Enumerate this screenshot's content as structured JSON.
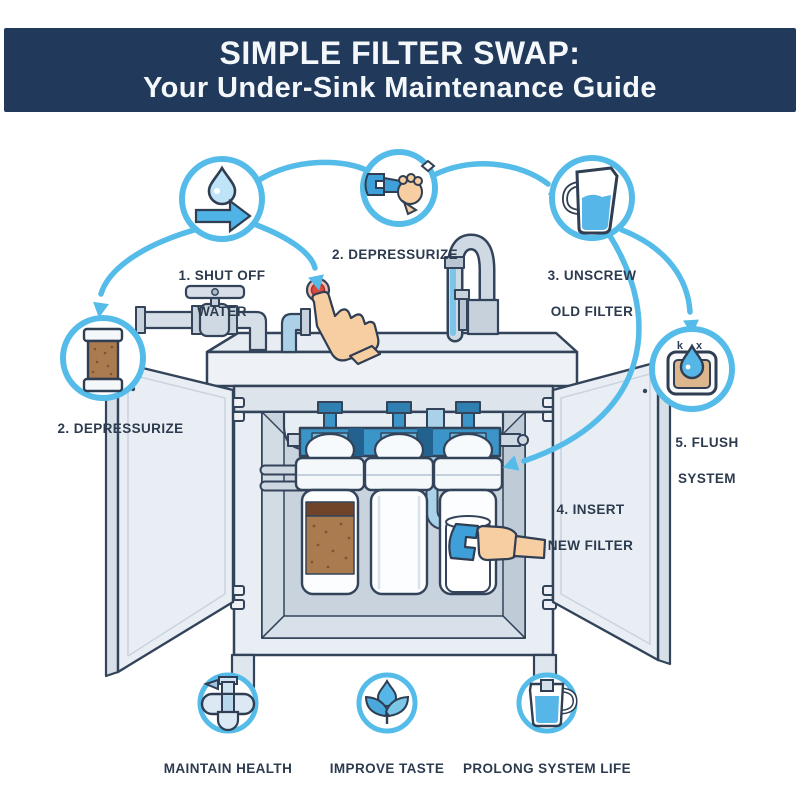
{
  "header": {
    "title_line1": "SIMPLE FILTER SWAP:",
    "title_line2": "Your Under-Sink Maintenance Guide"
  },
  "steps": {
    "step1": {
      "line1": "1. SHUT OFF",
      "line2": "WATER"
    },
    "step2": {
      "line1": "2. DEPRESSURIZE",
      "line2": ""
    },
    "step3": {
      "line1": "3. UNSCREW",
      "line2": "OLD FILTER"
    },
    "step2b": {
      "line1": "2. DEPRESSURIZE",
      "line2": ""
    },
    "step4": {
      "line1": "4. INSERT",
      "line2": "NEW FILTER"
    },
    "step5": {
      "line1": "5. FLUSH",
      "line2": "SYSTEM",
      "marks": "k x"
    }
  },
  "benefits": {
    "b1": {
      "label": "MAINTAIN HEALTH"
    },
    "b2": {
      "label": "IMPROVE TASTE"
    },
    "b3": {
      "label": "PROLONG SYSTEM LIFE"
    }
  },
  "colors": {
    "accent_blue": "#55bce9",
    "banner_navy": "#21395b",
    "label_text": "#2d3b4f",
    "red_button": "#d94b3e",
    "cartridge_brown": "#ab7b50",
    "manifold_blue": "#3c95c9",
    "skin": "#f7cda2"
  }
}
